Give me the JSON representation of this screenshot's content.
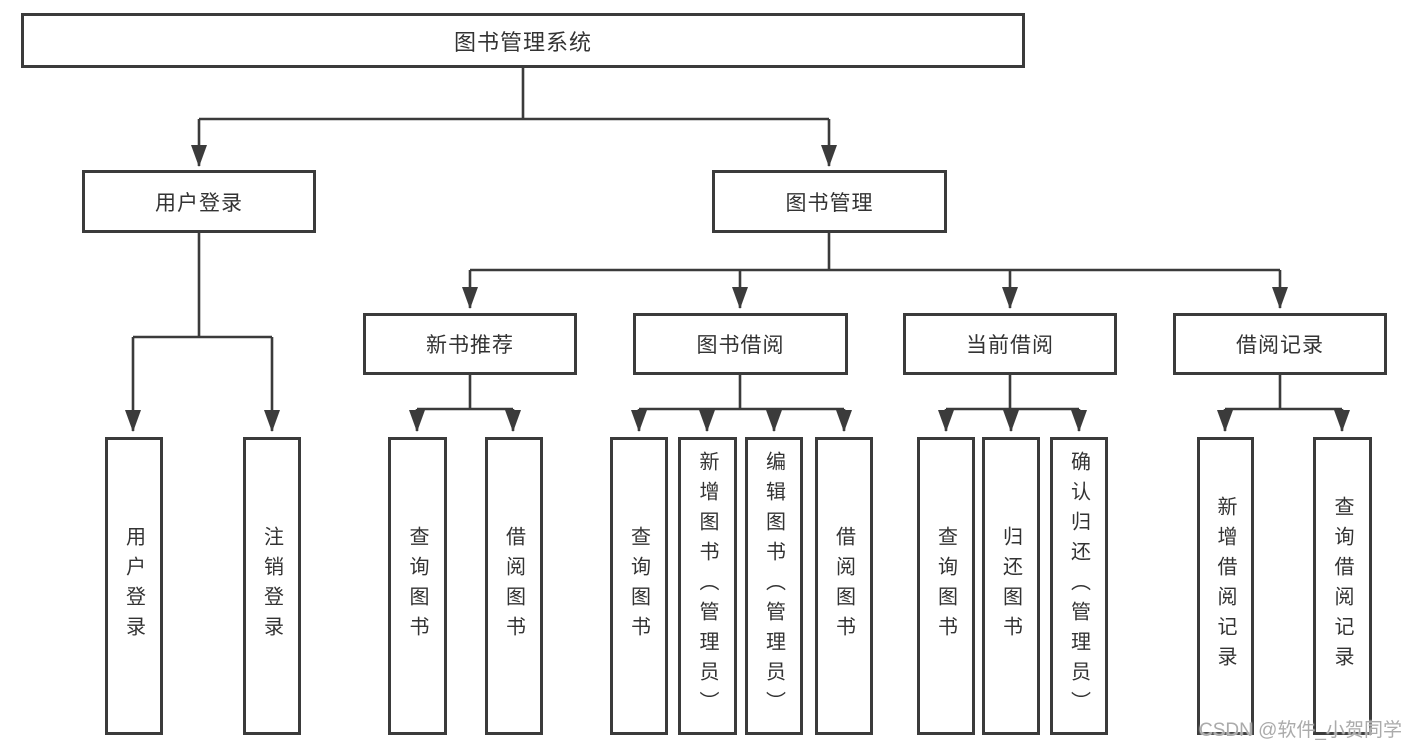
{
  "diagram": {
    "tree": {
      "root": {
        "label": "图书管理系统"
      },
      "level2": [
        {
          "label": "用户登录",
          "leaves": [
            {
              "label": "用户登录"
            },
            {
              "label": "注销登录"
            }
          ]
        },
        {
          "label": "图书管理",
          "groups": [
            {
              "label": "新书推荐",
              "leaves": [
                {
                  "label": "查询图书"
                },
                {
                  "label": "借阅图书"
                }
              ]
            },
            {
              "label": "图书借阅",
              "leaves": [
                {
                  "label": "查询图书"
                },
                {
                  "label": "新增图书（管理员）"
                },
                {
                  "label": "编辑图书（管理员）"
                },
                {
                  "label": "借阅图书"
                }
              ]
            },
            {
              "label": "当前借阅",
              "leaves": [
                {
                  "label": "查询图书"
                },
                {
                  "label": "归还图书"
                },
                {
                  "label": "确认归还（管理员）"
                }
              ]
            },
            {
              "label": "借阅记录",
              "leaves": [
                {
                  "label": "新增借阅记录"
                },
                {
                  "label": "查询借阅记录"
                }
              ]
            }
          ]
        }
      ]
    },
    "watermark": {
      "text": "CSDN @软件_小贺同学"
    },
    "colors": {
      "line": "#3b3b3b",
      "box_border": "#3b3b3b",
      "text": "#333333",
      "watermark": "#ababab",
      "background": "#ffffff"
    }
  }
}
